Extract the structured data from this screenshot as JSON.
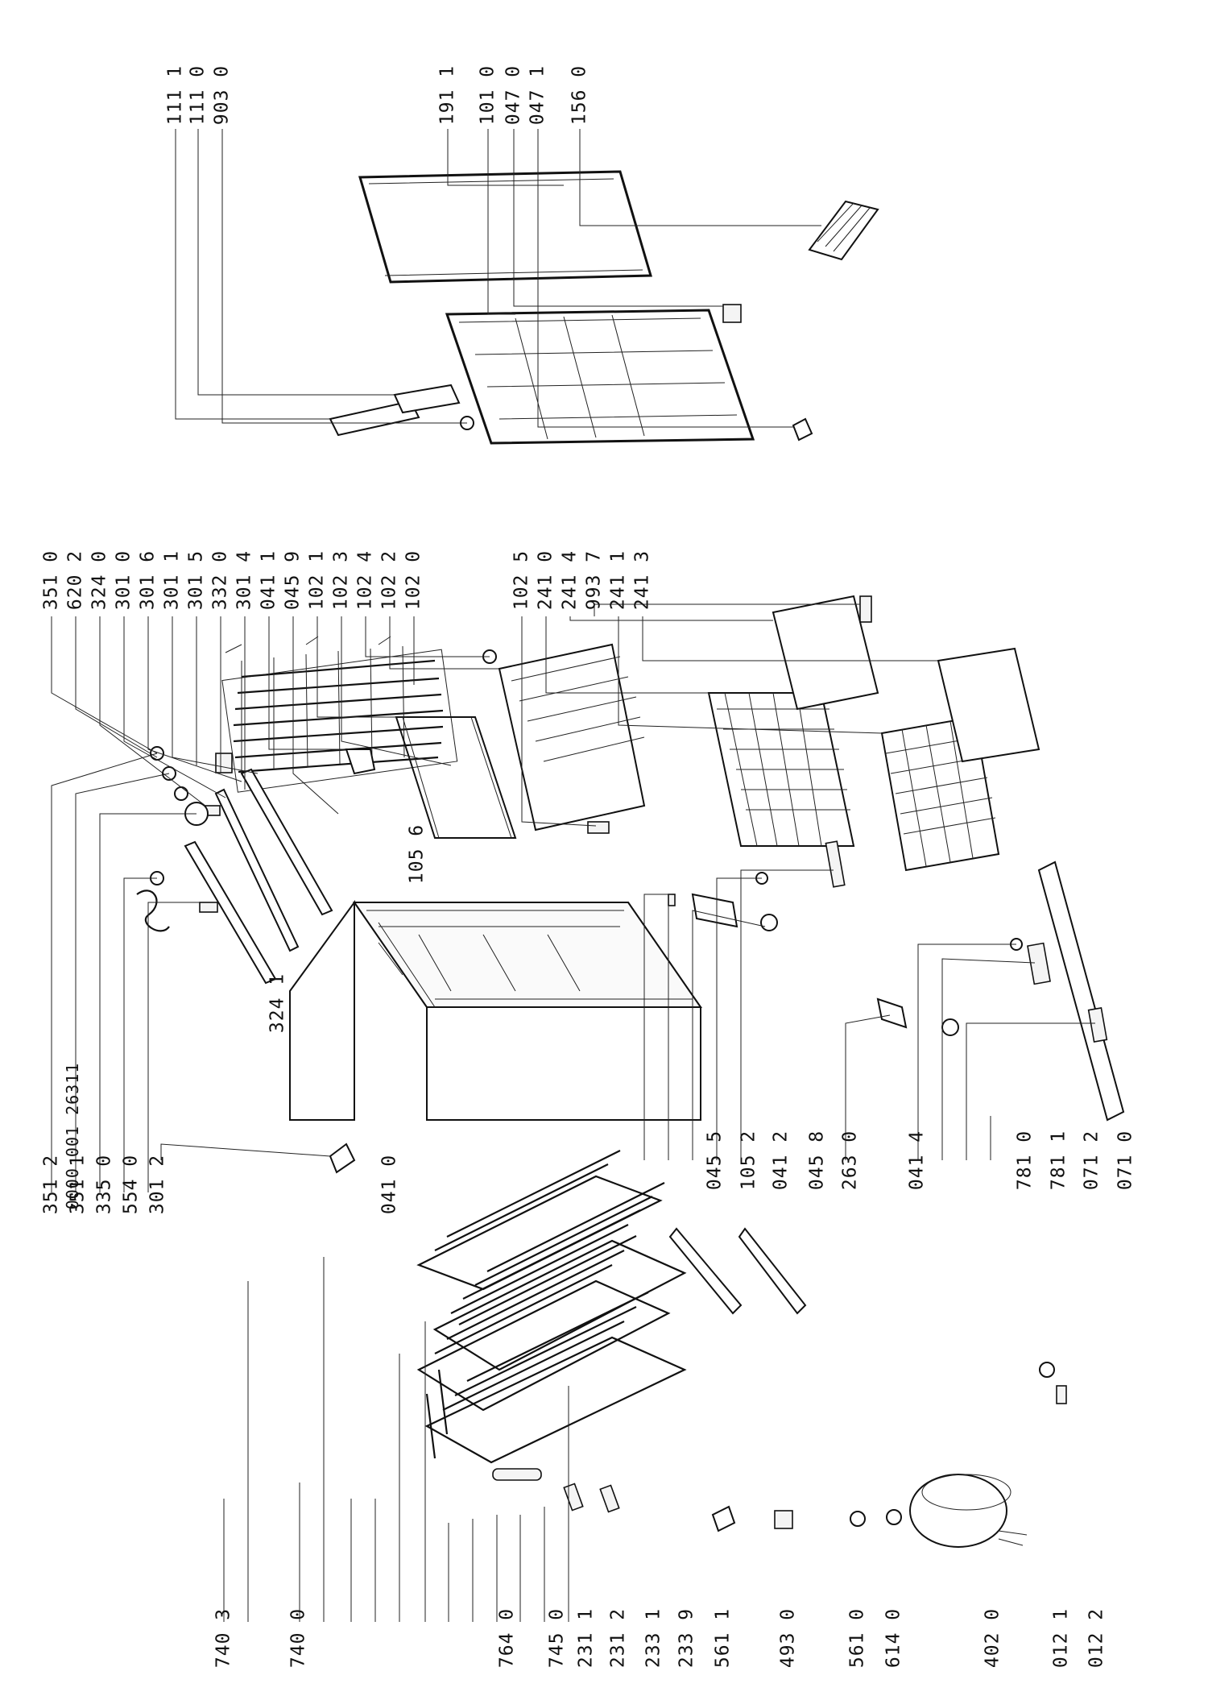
{
  "document_number": "0000 001 26311",
  "part_labels": {
    "p740_3": "740 3",
    "p740_0": "740 0",
    "p764_0": "764 0",
    "p745_0": "745 0",
    "p231_1": "231 1",
    "p231_2": "231 2",
    "p233_1": "233 1",
    "p233_9": "233 9",
    "p561_1": "561 1",
    "p493_0": "493 0",
    "p561_0": "561 0",
    "p614_0": "614 0",
    "p402_0": "402 0",
    "p012_1": "012 1",
    "p012_2": "012 2",
    "p351_2": "351 2",
    "p351_1": "351 1",
    "p335_0": "335 0",
    "p554_0": "554 0",
    "p301_2": "301 2",
    "p041_0": "041 0",
    "p324_1": "324 1",
    "p105_6": "105 6",
    "p045_5": "045 5",
    "p105_2": "105 2",
    "p041_2": "041 2",
    "p045_8": "045 8",
    "p263_0": "263 0",
    "p041_4": "041 4",
    "p781_0": "781 0",
    "p781_1": "781 1",
    "p071_2": "071 2",
    "p071_0": "071 0",
    "p351_0": "351 0",
    "p620_2": "620 2",
    "p324_0": "324 0",
    "p301_0": "301 0",
    "p301_6": "301 6",
    "p301_1": "301 1",
    "p301_5": "301 5",
    "p332_0": "332 0",
    "p301_4": "301 4",
    "p041_1": "041 1",
    "p045_9": "045 9",
    "p102_1": "102 1",
    "p102_3": "102 3",
    "p102_4": "102 4",
    "p102_2": "102 2",
    "p102_0": "102 0",
    "p102_5": "102 5",
    "p241_0": "241 0",
    "p241_4": "241 4",
    "p993_7": "993 7",
    "p241_1": "241 1",
    "p241_3": "241 3",
    "p111_1": "111 1",
    "p111_0": "111 0",
    "p903_0": "903 0",
    "p191_1": "191 1",
    "p101_0": "101 0",
    "p047_0": "047 0",
    "p047_1": "047 1",
    "p156_0": "156 0"
  }
}
